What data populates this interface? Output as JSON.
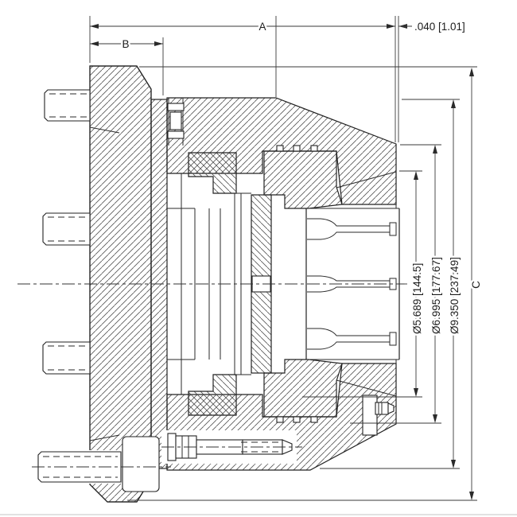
{
  "drawing": {
    "background": "#ffffff",
    "line_color": "#2a2a2a",
    "hatch_color": "#555555",
    "dimensions": {
      "a": "A",
      "b": "B",
      "c": "C",
      "offset": ".040 [1.01]",
      "dia_small": "Ø5.689 [144.5]",
      "dia_mid": "Ø6.995 [177.67]",
      "dia_large": "Ø9.350 [237.49]"
    }
  }
}
